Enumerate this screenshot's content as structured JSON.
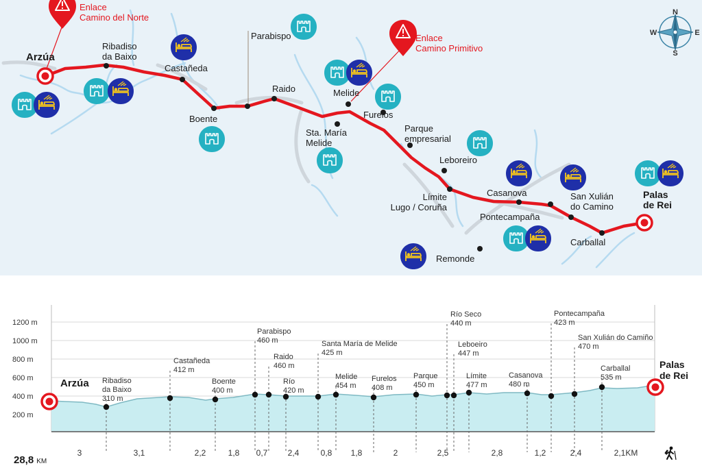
{
  "colors": {
    "route": "#e4171f",
    "map_bg": "#e9f2f8",
    "river": "#b5daf0",
    "road": "#cfd6dc",
    "castle_pin": "#25b1c2",
    "hostel_pin": "#1f2fa8",
    "elevation_fill": "#c9edf1",
    "elevation_stroke": "#7fb9c3"
  },
  "map": {
    "places": [
      {
        "id": "arzua",
        "lines": [
          "Arzúa"
        ],
        "bold": true
      },
      {
        "id": "ribadiso",
        "lines": [
          "Ribadiso",
          "da Baixo"
        ]
      },
      {
        "id": "castaneda",
        "lines": [
          "Castañeda"
        ]
      },
      {
        "id": "boente",
        "lines": [
          "Boente"
        ]
      },
      {
        "id": "parabispo",
        "lines": [
          "Parabispo"
        ]
      },
      {
        "id": "raido",
        "lines": [
          "Raido"
        ]
      },
      {
        "id": "melide",
        "lines": [
          "Melide"
        ]
      },
      {
        "id": "furelos",
        "lines": [
          "Furelos"
        ]
      },
      {
        "id": "sta_maria",
        "lines": [
          "Sta. María",
          "Melide"
        ]
      },
      {
        "id": "parque",
        "lines": [
          "Parque",
          "empresarial"
        ]
      },
      {
        "id": "leboreiro",
        "lines": [
          "Leboreiro"
        ]
      },
      {
        "id": "limite",
        "lines": [
          "Límite",
          "Lugo / Coruña"
        ]
      },
      {
        "id": "casanova",
        "lines": [
          "Casanova"
        ]
      },
      {
        "id": "san_xulian",
        "lines": [
          "San Xulián",
          "do Camino"
        ]
      },
      {
        "id": "pontecampana",
        "lines": [
          "Pontecampaña"
        ]
      },
      {
        "id": "carballal",
        "lines": [
          "Carballal"
        ]
      },
      {
        "id": "remonde",
        "lines": [
          "Remonde"
        ]
      },
      {
        "id": "palas",
        "lines": [
          "Palas",
          "de Rei"
        ],
        "bold": true
      }
    ],
    "links": [
      {
        "id": "norte",
        "lines": [
          "Enlace",
          "Camino del Norte"
        ]
      },
      {
        "id": "primitivo",
        "lines": [
          "Enlace",
          "Camino Primitivo"
        ]
      }
    ],
    "compass": {
      "n": "N",
      "s": "S",
      "e": "E",
      "w": "W"
    }
  },
  "profile": {
    "y_ticks": [
      "1200 m",
      "1000 m",
      "800 m",
      "600 m",
      "400 m",
      "200 m"
    ],
    "start_label": "Arzúa",
    "end_label": [
      "Palas",
      "de Rei"
    ],
    "total_distance": "28,8",
    "total_unit": "KM",
    "points": [
      {
        "name": [
          "Ribadiso",
          "da Baixo"
        ],
        "elev": "310 m"
      },
      {
        "name": [
          "Castañeda"
        ],
        "elev": "412 m"
      },
      {
        "name": [
          "Boente"
        ],
        "elev": "400 m"
      },
      {
        "name": [
          "Parabispo"
        ],
        "elev": "460 m"
      },
      {
        "name": [
          "Raido"
        ],
        "elev": "460 m"
      },
      {
        "name": [
          "Río"
        ],
        "elev": "420 m"
      },
      {
        "name": [
          "Santa María de Melide"
        ],
        "elev": "425 m"
      },
      {
        "name": [
          "Melide"
        ],
        "elev": "454 m"
      },
      {
        "name": [
          "Furelos"
        ],
        "elev": "408 m"
      },
      {
        "name": [
          "Parque"
        ],
        "elev": "450 m"
      },
      {
        "name": [
          "Río Seco"
        ],
        "elev": "440 m"
      },
      {
        "name": [
          "Leboeiro"
        ],
        "elev": "447 m"
      },
      {
        "name": [
          "Límite"
        ],
        "elev": "477 m"
      },
      {
        "name": [
          "Casanova"
        ],
        "elev": "480 m"
      },
      {
        "name": [
          "Pontecampaña"
        ],
        "elev": "423 m"
      },
      {
        "name": [
          "San Xulián do Camiño"
        ],
        "elev": "470 m"
      },
      {
        "name": [
          "Carballal"
        ],
        "elev": "535 m"
      }
    ],
    "segments": [
      "3",
      "3,1",
      "2,2",
      "1,8",
      "0,7",
      "2,4",
      "0,8",
      "1,8",
      "2",
      "2,5",
      "2,8",
      "1,2",
      "2,4",
      "2,1KM"
    ]
  }
}
